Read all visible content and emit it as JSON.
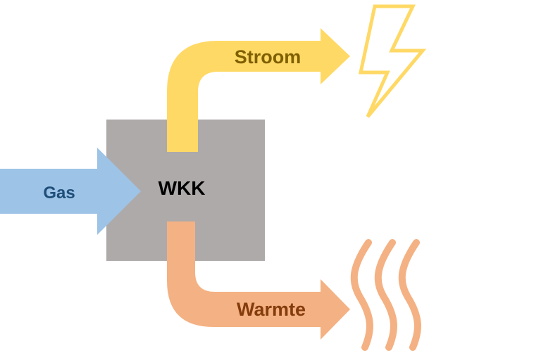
{
  "diagram": {
    "unit_label": "WKK",
    "input_label": "Gas",
    "output_electricity_label": "Stroom",
    "output_heat_label": "Warmte"
  },
  "colors": {
    "unit_fill": "#aeaaaa",
    "gas_arrow": "#9dc3e6",
    "gas_text": "#1f4e79",
    "electricity_arrow": "#ffd966",
    "electricity_text": "#7f6000",
    "heat_arrow": "#f4b183",
    "heat_text": "#843c0c",
    "unit_text": "#000000"
  },
  "icons": {
    "electricity": "lightning-bolt-icon",
    "heat": "heat-waves-icon"
  }
}
